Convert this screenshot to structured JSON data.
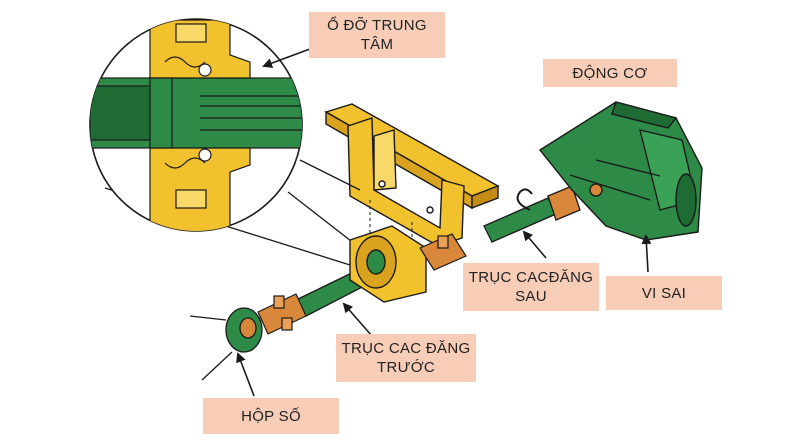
{
  "colors": {
    "green": "#2e8b47",
    "green_dark": "#1f6b34",
    "yellow": "#f2c12e",
    "orange": "#d9873a",
    "label_bg": "#f7cdb8",
    "outline": "#1a1a1a"
  },
  "labels": {
    "center_bearing": [
      "Ổ ĐỠ TRUNG",
      "TÂM"
    ],
    "engine": [
      "ĐỘNG CƠ"
    ],
    "rear_shaft": [
      "TRỤC CACĐĂNG",
      "SAU"
    ],
    "differential": [
      "VI SAI"
    ],
    "front_shaft": [
      "TRỤC CAC ĐĂNG",
      "TRƯỚC"
    ],
    "gearbox": [
      "HỘP SỐ"
    ]
  }
}
